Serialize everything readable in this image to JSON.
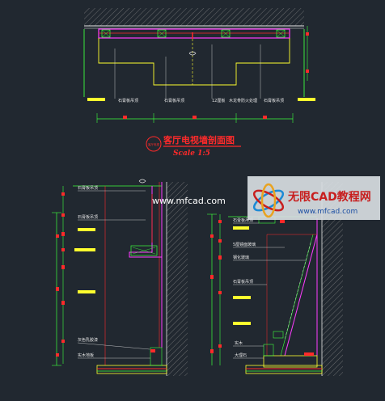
{
  "title": {
    "main": "客厅电视墙剖面图",
    "scale": "Scale 1:5",
    "stamp": "客厅电视"
  },
  "top_section_labels": [
    "石膏板吊顶",
    "石膏板吊顶",
    "12厘板",
    "木龙骨防火处理",
    "石膏板吊顶"
  ],
  "left_section_labels": [
    "石膏板吊顶",
    "石膏板吊顶",
    "灰色乳胶漆",
    "实木地板"
  ],
  "right_section_labels": [
    "石膏板吊顶",
    "5厘镜面玻璃",
    "钢化玻璃",
    "石膏板吊顶",
    "实木",
    "大理石"
  ],
  "watermark": {
    "left_url": "www.mfcad.com",
    "brand": "无限CAD教程网",
    "right_url": "www.mfcad.com"
  },
  "colors": {
    "background": "#212830",
    "line_green": "#3dff3d",
    "line_yellow": "#ffff2e",
    "line_red": "#ff2a2a",
    "line_magenta": "#ff3dff",
    "line_white": "#e6e6e6",
    "hatch_gray": "#8a8a8a"
  }
}
